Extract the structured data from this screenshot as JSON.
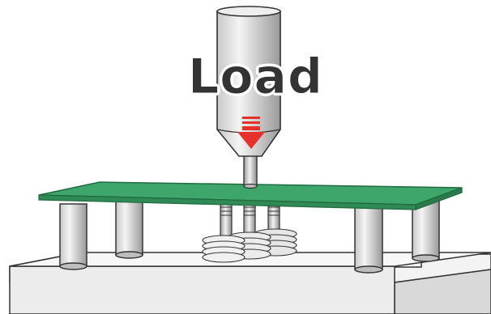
{
  "diagram": {
    "label": "Load",
    "colors": {
      "label": "#333333",
      "board": "#3fa66b",
      "board_edge": "#1f6b3e",
      "arrow": "#e8302a",
      "base": "#ededed",
      "outline": "#333333"
    },
    "parts": [
      "load-cell",
      "load-arrow",
      "plunger",
      "circuit-board",
      "support-posts",
      "spring-contacts",
      "base-block"
    ]
  }
}
